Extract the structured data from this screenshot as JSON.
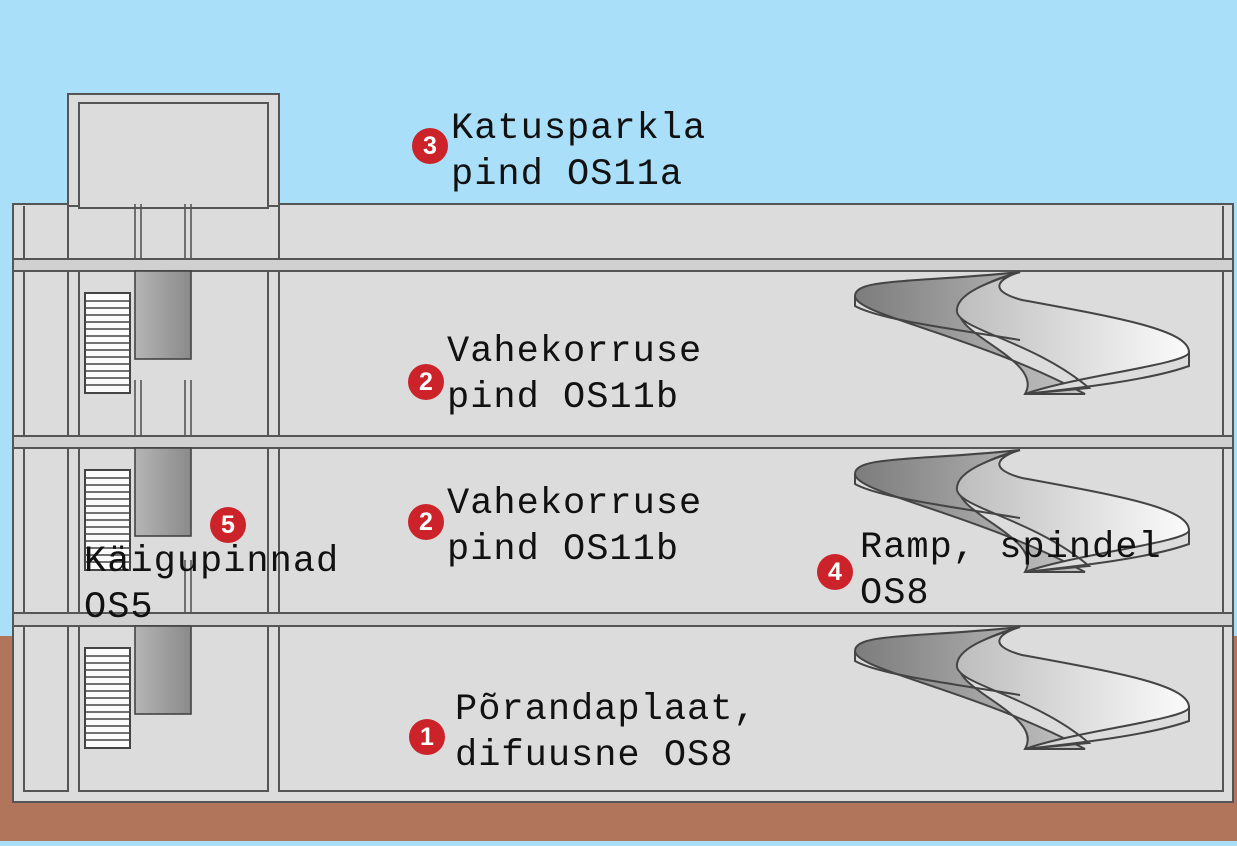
{
  "colors": {
    "sky": "#a9dff8",
    "ground": "#b0755a",
    "building_fill": "#dcdcdc",
    "building_stroke": "#555555",
    "badge": "#cc2229",
    "ramp_dark": "#8e8e8e",
    "ramp_light": "#efefef"
  },
  "labels": [
    {
      "id": "roof",
      "number": "3",
      "line1": "Katusparkla",
      "line2": "pind OS11a"
    },
    {
      "id": "floor-upper",
      "number": "2",
      "line1": "Vahekorruse",
      "line2": "pind OS11b"
    },
    {
      "id": "floor-middle",
      "number": "2",
      "line1": "Vahekorruse",
      "line2": "pind OS11b"
    },
    {
      "id": "ramp",
      "number": "4",
      "line1": "Ramp, spindel",
      "line2": "OS8"
    },
    {
      "id": "walkways",
      "number": "5",
      "line1": "Käigupinnad",
      "line2": "OS5"
    },
    {
      "id": "base-slab",
      "number": "1",
      "line1": "Põrandaplaat,",
      "line2": "difuusne  OS8"
    }
  ]
}
